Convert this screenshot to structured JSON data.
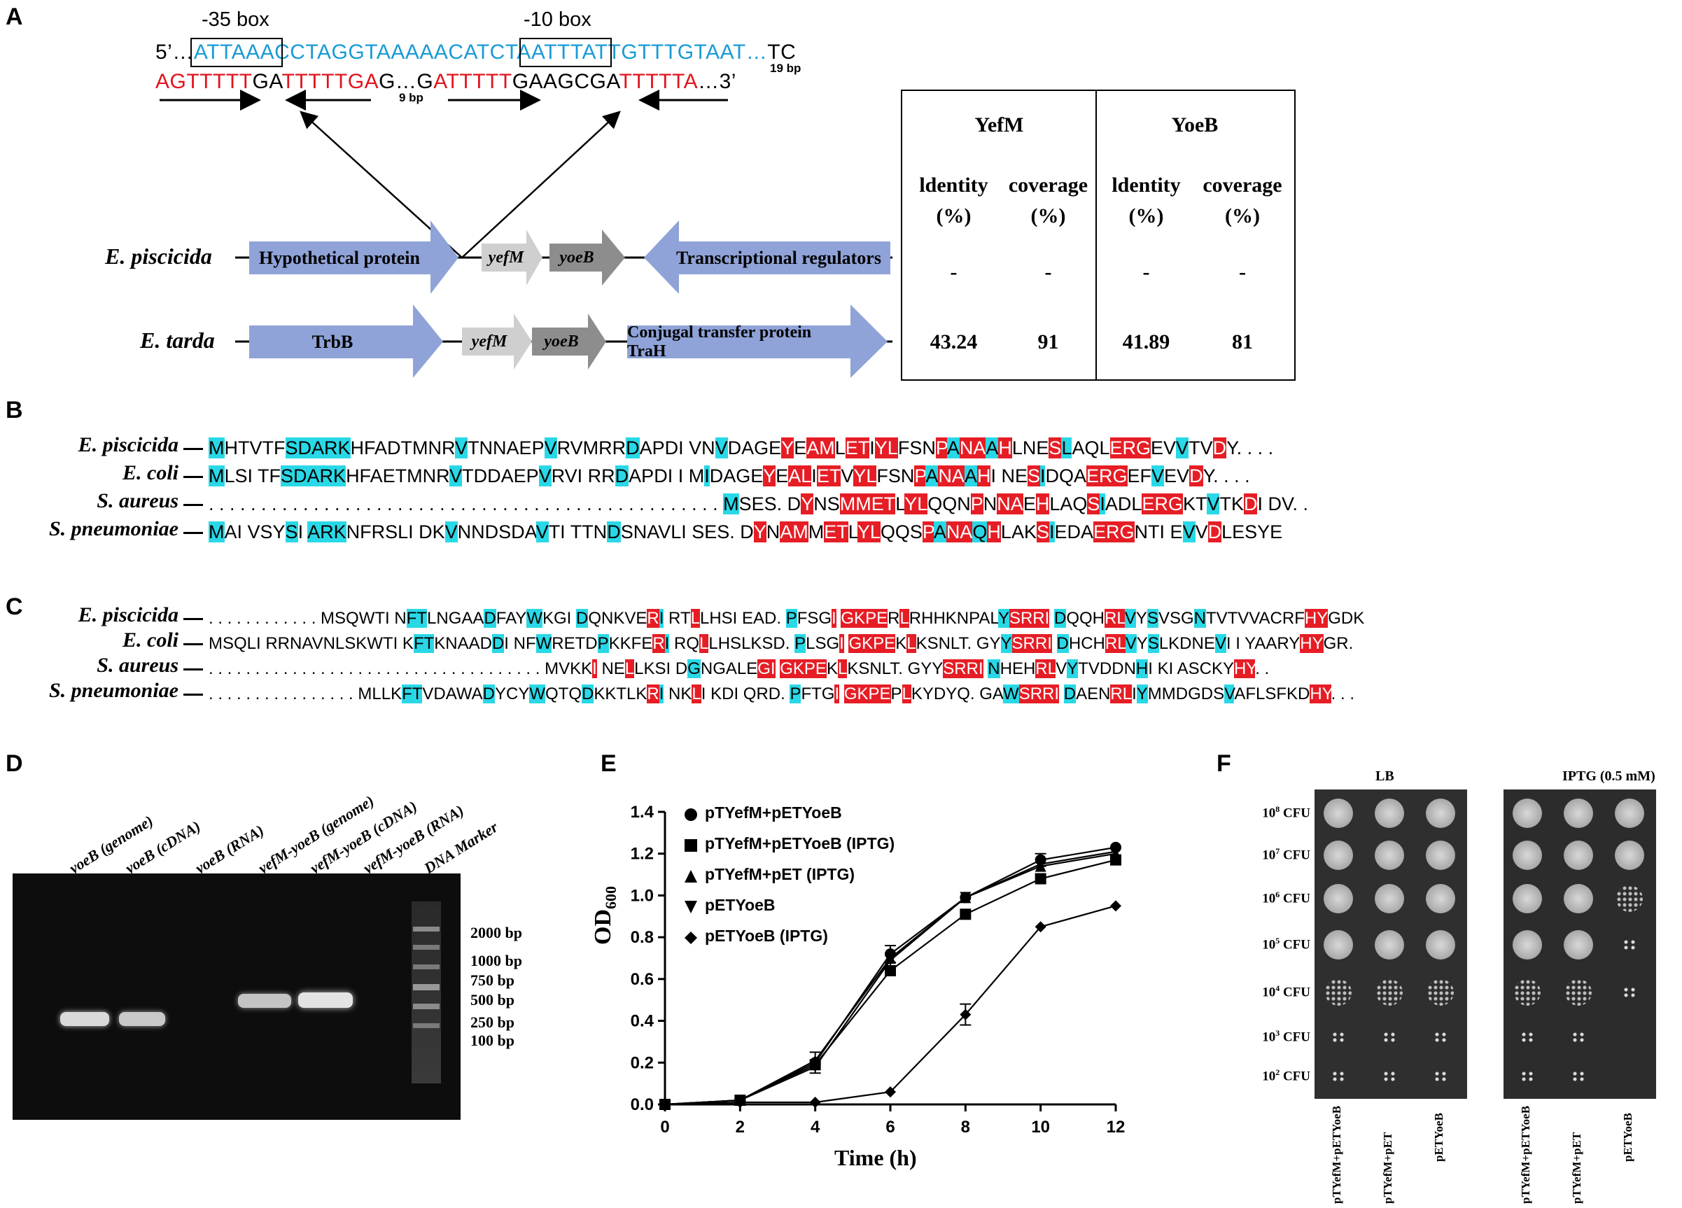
{
  "panel_labels": {
    "A": "A",
    "B": "B",
    "C": "C",
    "D": "D",
    "E": "E",
    "F": "F"
  },
  "panelA": {
    "box35": "-35 box",
    "box10": "-10 box",
    "seq_line1_prefix": "5’…",
    "seq_line1_box35": "ATTAAA",
    "seq_line1_mid": "CCTAGGTAAAAACATC",
    "seq_line1_box10": "TAATTT",
    "seq_line1_end": "ATTGTTTGTAAT…",
    "seq_line1_tail": "TC",
    "gap19": "19 bp",
    "seq_line2_a": "AGTTTTT",
    "seq_line2_b": "GA",
    "seq_line2_c": "TTTTTGA",
    "seq_line2_d": "G…G",
    "seq_line2_e": "ATTTTT",
    "seq_line2_f": "GAAGCGA",
    "seq_line2_g": "TTTTTA",
    "seq_line2_h": "…3’",
    "gap9": "9 bp",
    "species1": "E. piscicida",
    "species2": "E. tarda",
    "genes1": [
      "Hypothetical protein",
      "yefM",
      "yoeB",
      "Transcriptional regulators"
    ],
    "genes2": [
      "TrbB",
      "yefM",
      "yoeB",
      "Conjugal transfer protein TraH"
    ],
    "table": {
      "head_yefm": "YefM",
      "head_yoeb": "YoeB",
      "identity": "ldentity",
      "coverage": "coverage",
      "pct": "(%)",
      "row1": [
        "-",
        "-",
        "-",
        "-"
      ],
      "row2": [
        "43.24",
        "91",
        "41.89",
        "81"
      ]
    }
  },
  "panelB": {
    "species": [
      "E. piscicida",
      "E. coli",
      "S. aureus",
      "S. pneumoniae"
    ]
  },
  "panelC": {
    "species": [
      "E. piscicida",
      "E. coli",
      "S. aureus",
      "S. pneumoniae"
    ]
  },
  "panelD": {
    "lanes": [
      "yoeB (genome)",
      "yoeB (cDNA)",
      "yoeB (RNA)",
      "yefM-yoeB (genome)",
      "yefM-yoeB (cDNA)",
      "yefM-yoeB (RNA)",
      "DNA Marker"
    ],
    "markers": [
      "2000 bp",
      "1000 bp",
      "750 bp",
      "500 bp",
      "250 bp",
      "100 bp"
    ]
  },
  "panelE": {
    "chart_data": {
      "type": "line",
      "x": [
        0,
        2,
        4,
        6,
        8,
        10,
        12
      ],
      "xlabel": "Time (h)",
      "ylabel": "OD600",
      "xlim": [
        0,
        12
      ],
      "ylim": [
        0,
        1.4
      ],
      "xticks": [
        "0",
        "2",
        "4",
        "6",
        "8",
        "10",
        "12"
      ],
      "yticks": [
        "0.0",
        "0.2",
        "0.4",
        "0.6",
        "0.8",
        "1.0",
        "1.2",
        "1.4"
      ],
      "series": [
        {
          "name": "pTYefM+pETYoeB",
          "marker": "circle",
          "values": [
            0,
            0.02,
            0.2,
            0.72,
            0.99,
            1.17,
            1.23
          ]
        },
        {
          "name": "pTYefM+pETYoeB (IPTG)",
          "marker": "square",
          "values": [
            0,
            0.02,
            0.19,
            0.64,
            0.91,
            1.08,
            1.17
          ]
        },
        {
          "name": "pTYefM+pET (IPTG)",
          "marker": "triangle-up",
          "values": [
            0,
            0.02,
            0.21,
            0.7,
            0.99,
            1.14,
            1.2
          ]
        },
        {
          "name": "pETYoeB",
          "marker": "triangle-down",
          "values": [
            0,
            0.02,
            0.18,
            0.69,
            0.99,
            1.15,
            1.21
          ]
        },
        {
          "name": "pETYoeB (IPTG)",
          "marker": "diamond",
          "values": [
            0,
            0.01,
            0.01,
            0.06,
            0.43,
            0.85,
            0.95
          ]
        }
      ]
    }
  },
  "panelF": {
    "lb": "LB",
    "iptg": "IPTG (0.5 mM)",
    "cfu_base": "10",
    "cfu_exps": [
      "8",
      "7",
      "6",
      "5",
      "4",
      "3",
      "2"
    ],
    "cfu_unit": " CFU",
    "strains": [
      "pTYefM+pETYoeB",
      "pTYefM+pET",
      "pETYoeB"
    ]
  }
}
